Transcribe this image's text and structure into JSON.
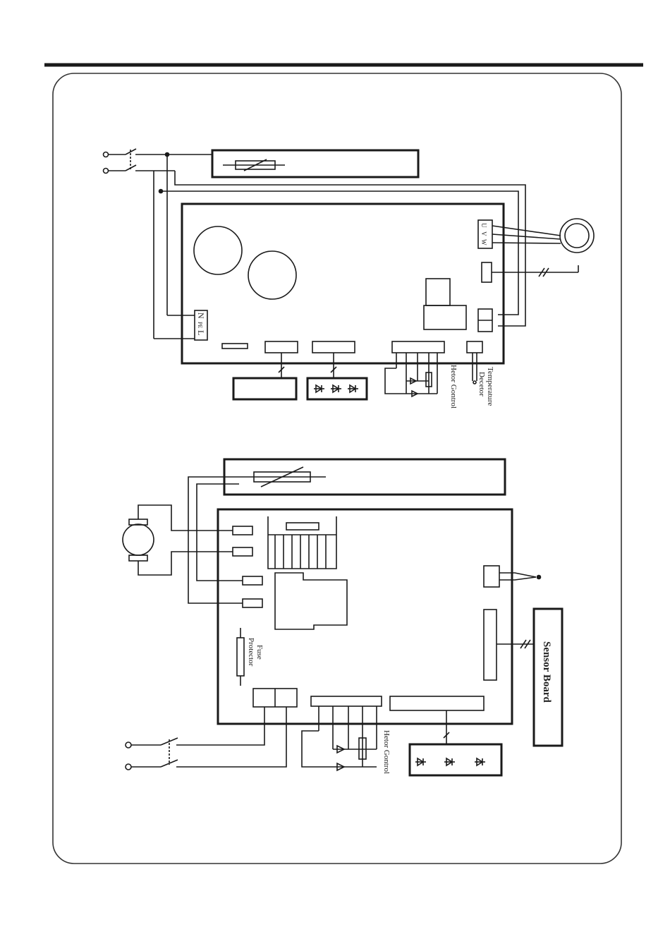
{
  "upper_board": {
    "terminal_labels": [
      "N",
      "PE",
      "L"
    ],
    "motor_terminals": [
      "U",
      "V",
      "W"
    ],
    "heater_control_label": "Hetor Gontrol",
    "temperature_detector_label": [
      "Temperature",
      "Decetor"
    ]
  },
  "lower_board": {
    "fuse_protector_label": [
      "Fuse",
      "Protector"
    ],
    "heater_control_label": "Hetor Gontrol",
    "sensor_board_label": "Sensor Board"
  },
  "colors": {
    "line": "#1a1a1a",
    "frame": "#333333"
  }
}
